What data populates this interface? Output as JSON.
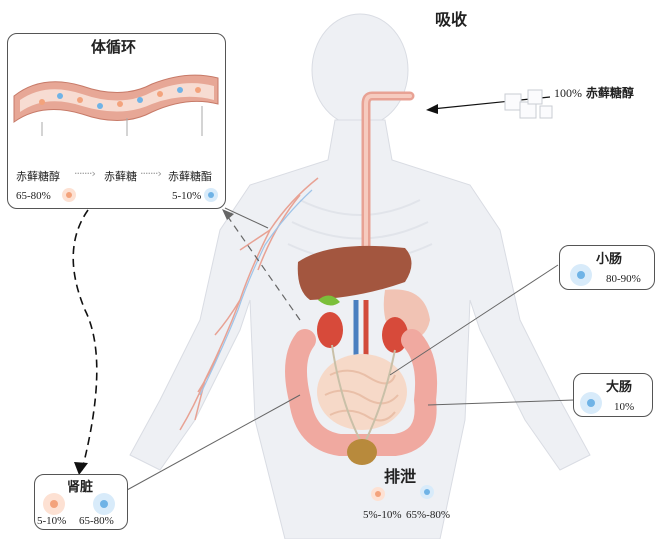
{
  "title_absorption": "吸收",
  "intake": {
    "percent": "100%",
    "substance": "赤藓糖醇"
  },
  "circulation": {
    "title": "体循环",
    "labels": [
      "赤藓糖醇",
      "赤藓糖",
      "赤藓糖酯"
    ],
    "left_value": "65-80%",
    "right_value": "5-10%"
  },
  "small_intestine": {
    "title": "小肠",
    "value": "80-90%"
  },
  "large_intestine": {
    "title": "大肠",
    "value": "10%"
  },
  "kidney": {
    "title": "肾脏",
    "value_orange": "5-10%",
    "value_blue": "65-80%"
  },
  "excretion": {
    "title": "排泄",
    "value_orange": "5%-10%",
    "value_blue": "65%-80%"
  },
  "colors": {
    "orange_marker": "#f3a37c",
    "blue_marker": "#6fb3e6",
    "vessel": "#e8a294",
    "box_border": "#555555"
  }
}
